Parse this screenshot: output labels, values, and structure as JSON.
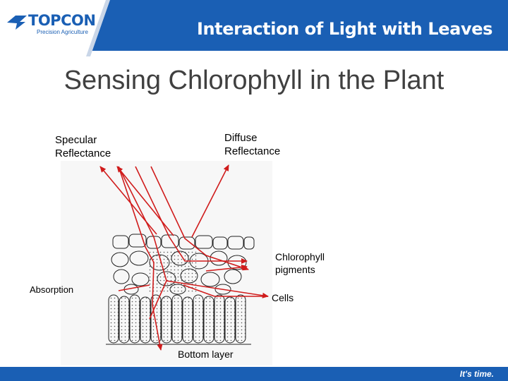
{
  "brand": {
    "name": "TOPCON",
    "division": "Precision Agriculture",
    "blue": "#1a5fb4",
    "tagline": "It's time."
  },
  "header": {
    "title": "Interaction of Light with Leaves"
  },
  "slide": {
    "title": "Sensing Chlorophyll in the Plant"
  },
  "diagram": {
    "labels": {
      "specular": "Specular\nReflectance",
      "diffuse": "Diffuse\nReflectance",
      "chlorophyll": "Chlorophyll\npigments",
      "absorption": "Absorption",
      "cells": "Cells",
      "bottom": "Bottom layer"
    },
    "ray_color": "#d01c1c"
  }
}
